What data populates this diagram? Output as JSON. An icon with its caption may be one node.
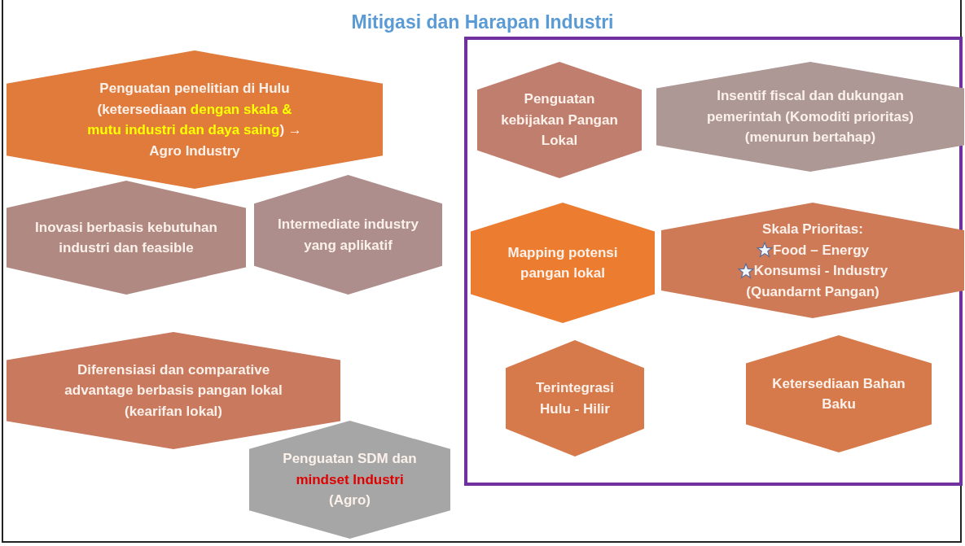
{
  "diagram": {
    "title": "Mitigasi dan Harapan Industri",
    "nodes": [
      {
        "text": [
          "Penguatan penelitian di Hulu (ketersediaan **dengan skala & mutu industri  dan daya saing**) → Agro Industry"
        ]
      },
      {
        "text": [
          "Inovasi berbasis kebutuhan industri dan feasible"
        ]
      },
      {
        "text": [
          "Intermediate industry yang aplikatif"
        ]
      },
      {
        "text": [
          "Diferensiasi dan comparative advantage berbasis pangan lokal (kearifan lokal)"
        ]
      },
      {
        "text": [
          "Penguatan SDM dan **mindset Industri** (Agro)"
        ]
      },
      {
        "text": [],
        "shape": "box"
      },
      {
        "text": [
          "Penguatan kebijakan Pangan Lokal"
        ],
        "in": 5
      },
      {
        "text": [
          "Insentif fiscal dan dukungan pemerintah (Komoditi prioritas) (menurun bertahap)"
        ],
        "in": 5
      },
      {
        "text": [
          "Mapping potensi pangan lokal"
        ],
        "in": 5
      },
      {
        "text": [
          "Skala Prioritas:",
          "Food – Energy",
          "Konsumsi - Industry",
          "(Quandarnt Pangan)"
        ],
        "in": 5
      },
      {
        "text": [
          "Terintegrasi Hulu - Hilir"
        ],
        "in": 5
      },
      {
        "text": [
          "Ketersediaan Bahan Baku"
        ],
        "in": 5
      }
    ],
    "edges": []
  }
}
